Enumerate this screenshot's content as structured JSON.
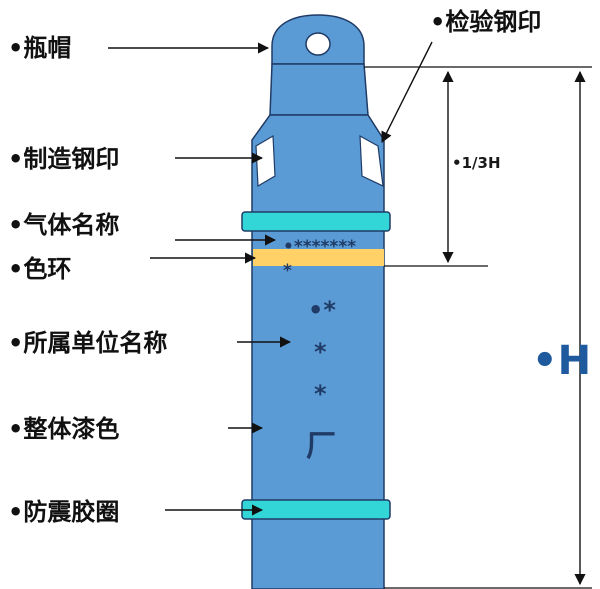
{
  "labels": {
    "cap": "•瓶帽",
    "inspection_stamp": "•检验钢印",
    "manufacture_stamp": "•制造钢印",
    "gas_name": "•气体名称",
    "color_ring": "•色环",
    "owner_name": "•所属单位名称",
    "overall_paint": "•整体漆色",
    "rubber_ring": "•防震胶圈"
  },
  "dimensions": {
    "one_third": "•1/3H",
    "full": "•H"
  },
  "cylinder_text": {
    "gas_stars": "•*******",
    "gas_star_tail": "*",
    "owner_line1": "•*",
    "owner_line2": "*",
    "owner_line3": "*",
    "owner_line4": "厂"
  },
  "colors": {
    "body": "#5b9bd5",
    "outline": "#1f3b66",
    "ring": "#33d6d6",
    "color_ring": "#ffd166",
    "label_text": "#111111",
    "h_text": "#1f5a9e"
  }
}
